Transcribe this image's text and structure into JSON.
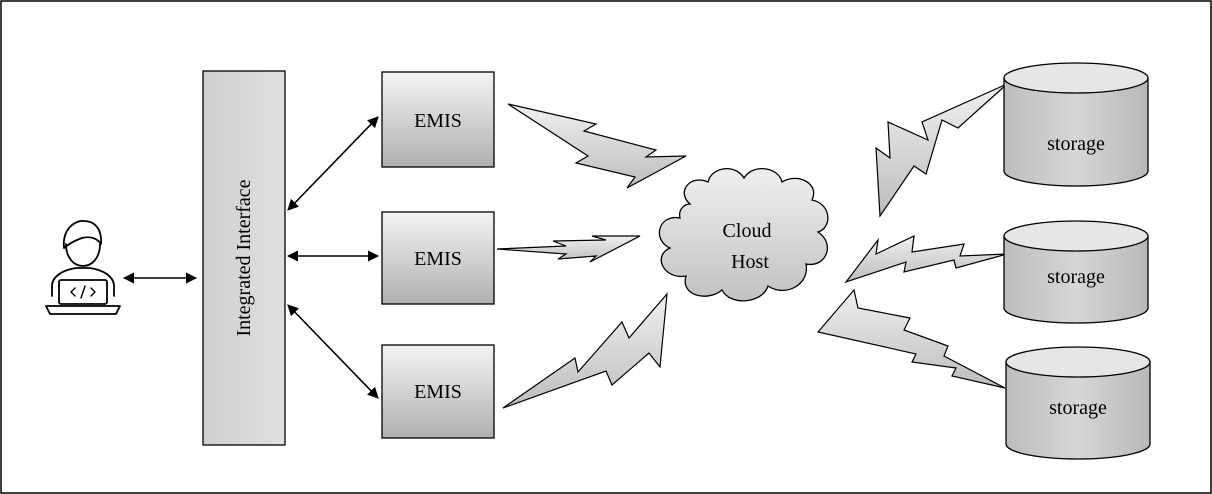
{
  "diagram": {
    "interface_label": "Integrated Interface",
    "emis_nodes": [
      {
        "label": "EMIS"
      },
      {
        "label": "EMIS"
      },
      {
        "label": "EMIS"
      }
    ],
    "cloud": {
      "line1": "Cloud",
      "line2": "Host"
    },
    "storage_nodes": [
      {
        "label": "storage"
      },
      {
        "label": "storage"
      },
      {
        "label": "storage"
      }
    ],
    "icons": {
      "user": "developer-laptop-icon",
      "cloud": "cloud-icon",
      "storage": "database-cylinder-icon",
      "link": "lightning-bolt-icon"
    },
    "colors": {
      "node_fill_top": "#f2f2f2",
      "node_fill_bottom": "#b3b3b3",
      "stroke": "#000000"
    }
  }
}
